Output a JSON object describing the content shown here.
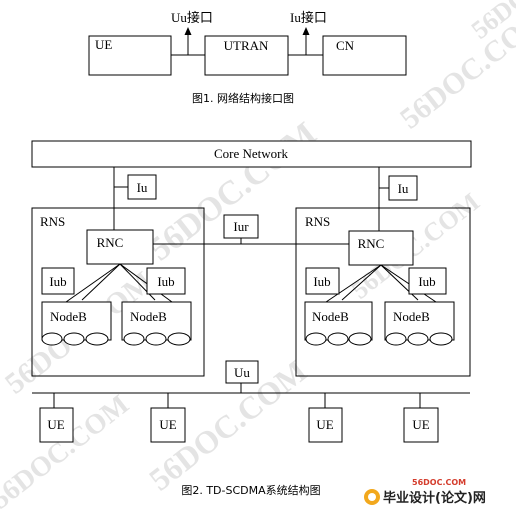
{
  "top_diagram": {
    "ue": "UE",
    "utran": "UTRAN",
    "cn": "CN",
    "uu_label": "Uu接口",
    "iu_label": "Iu接口",
    "caption": "图1. 网络结构接口图"
  },
  "bottom_diagram": {
    "core_network": "Core Network",
    "iu_left": "Iu",
    "iu_right": "Iu",
    "rns_left": "RNS",
    "rns_right": "RNS",
    "iur": "Iur",
    "rnc_left": "RNC",
    "rnc_right": "RNC",
    "iub_1": "Iub",
    "iub_2": "Iub",
    "iub_3": "Iub",
    "iub_4": "Iub",
    "nodeb_1": "NodeB",
    "nodeb_2": "NodeB",
    "nodeb_3": "NodeB",
    "nodeb_4": "NodeB",
    "uu": "Uu",
    "ue_1": "UE",
    "ue_2": "UE",
    "ue_3": "UE",
    "ue_4": "UE",
    "caption": "图2. TD-SCDMA系统结构图"
  },
  "watermarks": {
    "text": "56DOC.COM",
    "logo_site": "56DOC.COM",
    "logo_text": "毕业设计(论文)网"
  }
}
